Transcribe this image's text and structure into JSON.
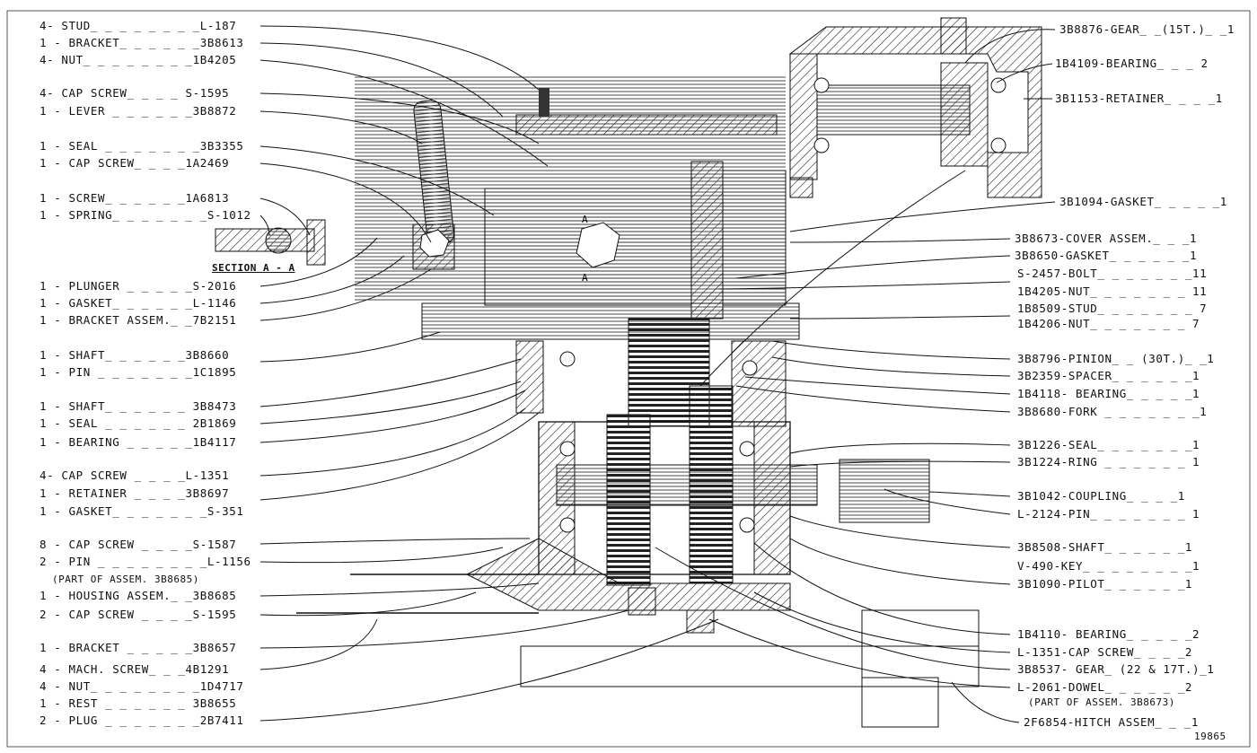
{
  "left_labels": [
    "4- STUD_ _ _ _ _ _ _ _L-187",
    "1 - BRACKET_ _ _ _ _ _3B8613",
    "4- NUT_ _ _ _ _ _ _ _1B4205",
    "4- CAP SCREW_ _ _ _ S-1595",
    "1 - LEVER _ _ _ _ _ _3B8872",
    "1 - SEAL _ _ _ _ _ _ _3B3355",
    "1 - CAP SCREW_ _ _ _1A2469",
    "1 - SCREW_ _ _ _ _ _1A6813",
    "1 - SPRING_ _ _ _ _ _ _S-1012",
    "1 - PLUNGER _ _ _ _ _S-2016",
    "1 - GASKET_ _ _ _ _ _L-1146",
    "1 - BRACKET ASSEM._ _7B2151",
    "1 - SHAFT_ _ _ _ _ _3B8660",
    "1 - PIN _ _ _ _ _ _ _1C1895",
    "1 - SHAFT_ _ _ _ _ _ 3B8473",
    "1 - SEAL _ _ _ _ _ _ 2B1869",
    "1 - BEARING _ _ _ _ _1B4117",
    "4- CAP SCREW _ _ _ _L-1351",
    "1 - RETAINER _ _ _ _3B8697",
    "1 - GASKET_ _ _ _ _ _ _S-351",
    "8 - CAP SCREW _ _ _ _S-1587",
    "2 - PIN _ _ _ _ _ _ _ _L-1156",
    "1 - HOUSING ASSEM._ _3B8685",
    "2 - CAP SCREW _ _ _ _S-1595",
    "1 - BRACKET _ _ _ _ _3B8657",
    "4 - MACH. SCREW_ _ _4B1291",
    "4 - NUT_ _ _ _ _ _ _ _1D4717",
    "1 - REST _ _ _ _ _ _ 3B8655",
    "2 - PLUG _ _ _ _ _ _ _2B7411"
  ],
  "left_note": "(PART OF ASSEM. 3B8685)",
  "section_label": "SECTION A - A",
  "right_labels": [
    "3B8876-GEAR_ _(15T.)_ _1",
    "1B4109-BEARING_ _ _ 2",
    "3B1153-RETAINER_ _ _ _1",
    "3B1094-GASKET_ _ _ _ _1",
    "3B8673-COVER ASSEM._ _ _1",
    "3B8650-GASKET_ _ _ _ _ _1",
    "S-2457-BOLT_ _ _ _ _ _ _11",
    "1B4205-NUT_ _ _ _ _ _ _ 11",
    "1B8509-STUD_ _ _ _ _ _ _ 7",
    "1B4206-NUT_ _ _ _ _ _ _ 7",
    "3B8796-PINION_ _ (30T.)_ _1",
    "3B2359-SPACER_ _ _ _ _ _1",
    "1B4118- BEARING_ _ _ _ _1",
    "3B8680-FORK _ _ _ _ _ _ _1",
    "3B1226-SEAL_ _ _ _ _ _ _1",
    "3B1224-RING _ _ _ _ _ _ 1",
    "3B1042-COUPLING_ _ _ _1",
    "L-2124-PIN_ _ _ _ _ _ _ 1",
    "3B8508-SHAFT_ _ _ _ _ _1",
    "V-490-KEY_ _ _ _ _ _ _ _1",
    "3B1090-PILOT_ _ _ _ _ _1",
    "1B4110- BEARING_ _ _ _ _2",
    "L-1351-CAP SCREW_ _ _ _2",
    "3B8537- GEAR_ (22 & 17T.)_1",
    "L-2061-DOWEL_ _ _ _ _ _2",
    "2F6854-HITCH ASSEM_ _ _1"
  ],
  "right_note": "(PART OF ASSEM. 3B8673)",
  "section_marker": "A",
  "figure_number": "19865"
}
